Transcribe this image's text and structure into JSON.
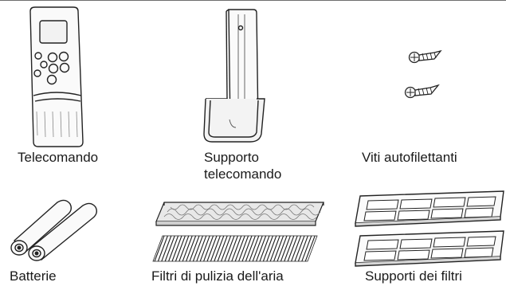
{
  "items": [
    {
      "id": "remote",
      "label": "Telecomando"
    },
    {
      "id": "holder",
      "label_line1": "Supporto",
      "label_line2": "telecomando"
    },
    {
      "id": "screws",
      "label": "Viti autofilettanti"
    },
    {
      "id": "batteries",
      "label": "Batterie"
    },
    {
      "id": "filters",
      "label": "Filtri di pulizia dell'aria"
    },
    {
      "id": "filter-holders",
      "label": "Supporti dei filtri"
    }
  ]
}
